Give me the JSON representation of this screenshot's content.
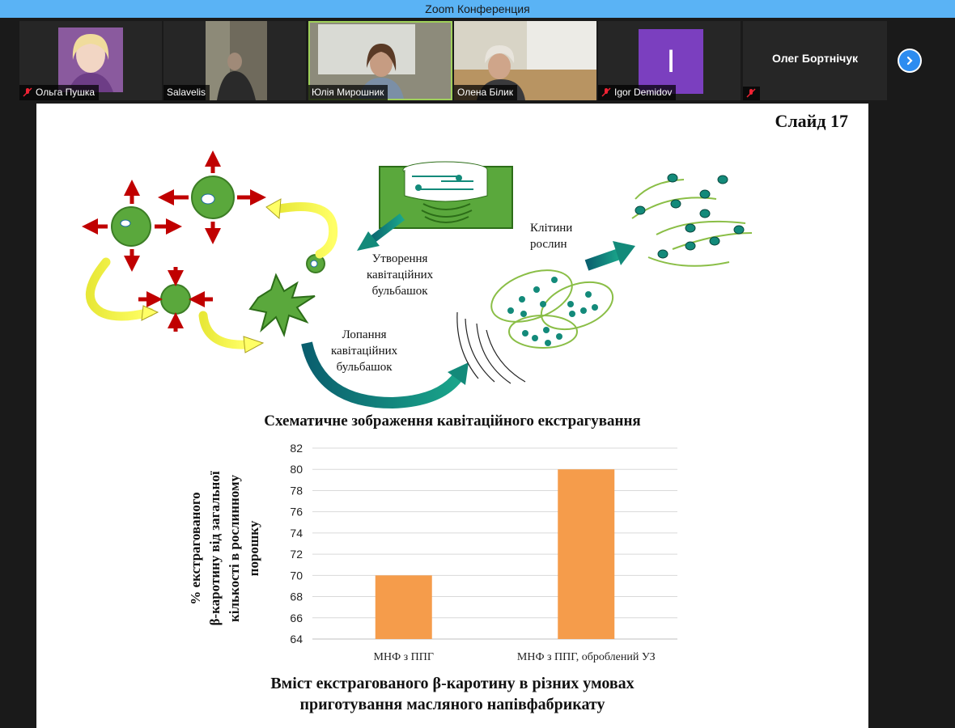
{
  "window": {
    "title": "Zoom Конференция"
  },
  "participants": [
    {
      "name": "Ольга Пушка",
      "muted": true
    },
    {
      "name": "Salavelis",
      "muted": false
    },
    {
      "name": "Юлія Мирошник",
      "muted": false,
      "active": true
    },
    {
      "name": "Олена Білик",
      "muted": false
    },
    {
      "name": "Igor Demidov",
      "muted": true,
      "initial": "I"
    },
    {
      "name": "Олег Бортнічук",
      "muted": true
    }
  ],
  "slide": {
    "number_label": "Слайд 17",
    "diagram": {
      "label_cells": "Клітини\nрослин",
      "label_formation": "Утворення\nкавітаційних\nбульбашок",
      "label_burst": "Лопання\nкавітаційних\nбульбашок",
      "caption": "Схематичне зображення кавітаційного екстрагування"
    },
    "chart_caption_line1": "Вміст екстрагованого β-каротину в різних умовах",
    "chart_caption_line2": "приготування масляного напівфабрикату"
  },
  "colors": {
    "bar": "#f59c4b",
    "green": "#5aa83c",
    "teal": "#138a7a",
    "arrow_red": "#c00000"
  },
  "chart_data": {
    "type": "bar",
    "categories": [
      "МНФ з ППГ",
      "МНФ з ППГ, оброблений УЗ"
    ],
    "values": [
      70,
      80
    ],
    "ylabel": "% екстрагованого β-каротину від загальної кількості в рослинному порошку",
    "ylim": [
      64,
      82
    ],
    "yticks": [
      64,
      66,
      68,
      70,
      72,
      74,
      76,
      78,
      80,
      82
    ],
    "grid": true,
    "legend": "none"
  }
}
